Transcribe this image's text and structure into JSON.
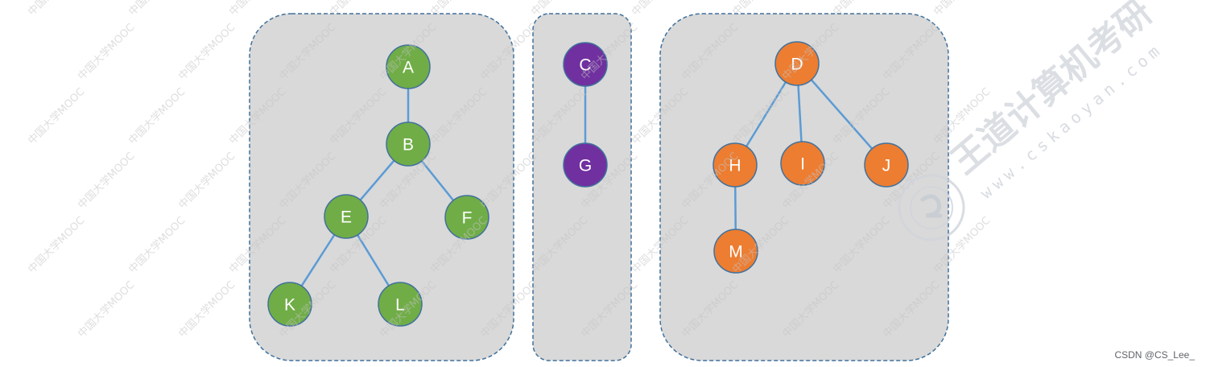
{
  "colors": {
    "panel_fill": "#d9d9d9",
    "panel_border": "#41719c",
    "edge": "#5b9bd5",
    "node_border": "#41719c",
    "green": "#70ad47",
    "purple": "#7030a0",
    "orange": "#ed7d31",
    "node_text": "#ffffff"
  },
  "trees": [
    {
      "name": "tree-1",
      "color": "green",
      "nodes": [
        "A",
        "B",
        "E",
        "F",
        "K",
        "L"
      ],
      "edges": [
        [
          "A",
          "B"
        ],
        [
          "B",
          "E"
        ],
        [
          "B",
          "F"
        ],
        [
          "E",
          "K"
        ],
        [
          "E",
          "L"
        ]
      ]
    },
    {
      "name": "tree-2",
      "color": "purple",
      "nodes": [
        "C",
        "G"
      ],
      "edges": [
        [
          "C",
          "G"
        ]
      ]
    },
    {
      "name": "tree-3",
      "color": "orange",
      "nodes": [
        "D",
        "H",
        "I",
        "J",
        "M"
      ],
      "edges": [
        [
          "D",
          "H"
        ],
        [
          "D",
          "I"
        ],
        [
          "D",
          "J"
        ],
        [
          "H",
          "M"
        ]
      ]
    }
  ],
  "watermark": {
    "repeated_text": "中国大学MOOC",
    "brand_text": "王道计算机考研",
    "brand_url": "www.cskaoyan.com"
  },
  "credit": "CSDN @CS_Lee_"
}
